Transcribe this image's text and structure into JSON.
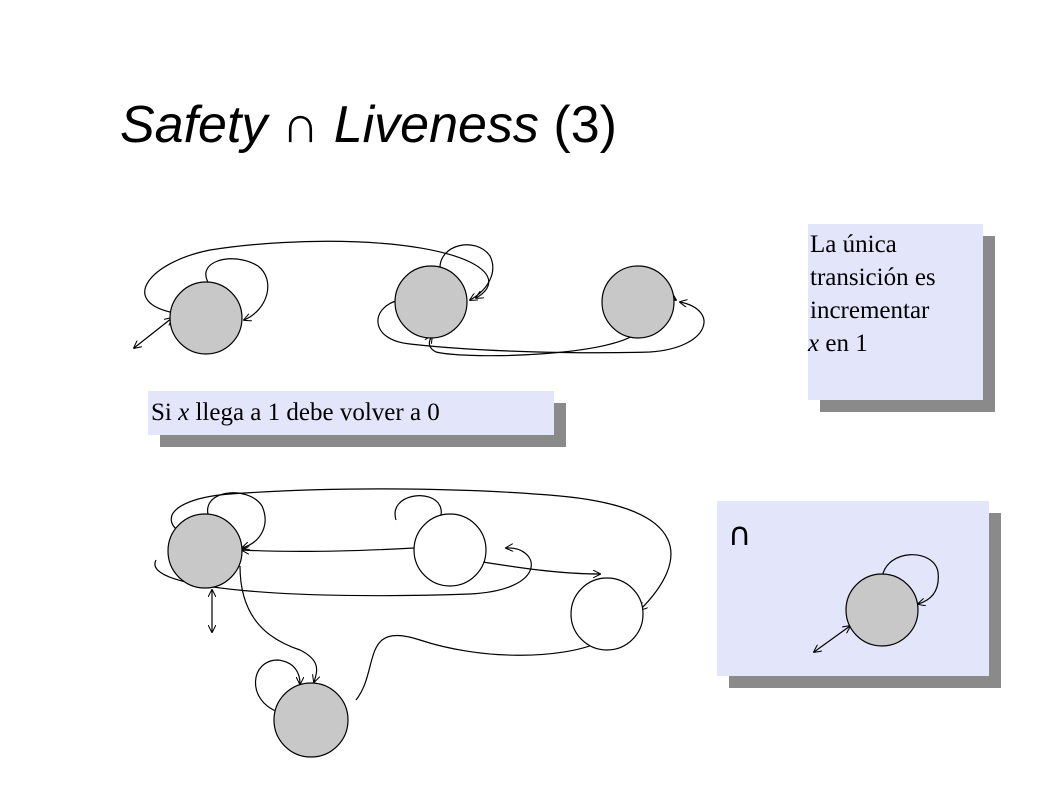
{
  "title": {
    "part1": "Safety",
    "symbol": "∩",
    "part2": "Liveness",
    "suffix": "(3)"
  },
  "notes": {
    "right": {
      "line1": "La única",
      "line2": "transición es",
      "line3": "incrementar",
      "line4_var": "x",
      "line4_rest": " en 1"
    },
    "left": {
      "pre": "Si ",
      "var": "x",
      "post": " llega a 1 debe volver a 0"
    },
    "intersection_symbol": "∩"
  },
  "colors": {
    "state_filled": "#c8c8c8",
    "state_empty": "#ffffff",
    "note_background": "#e3e5fb",
    "note_shadow": "#8a8a8a"
  }
}
